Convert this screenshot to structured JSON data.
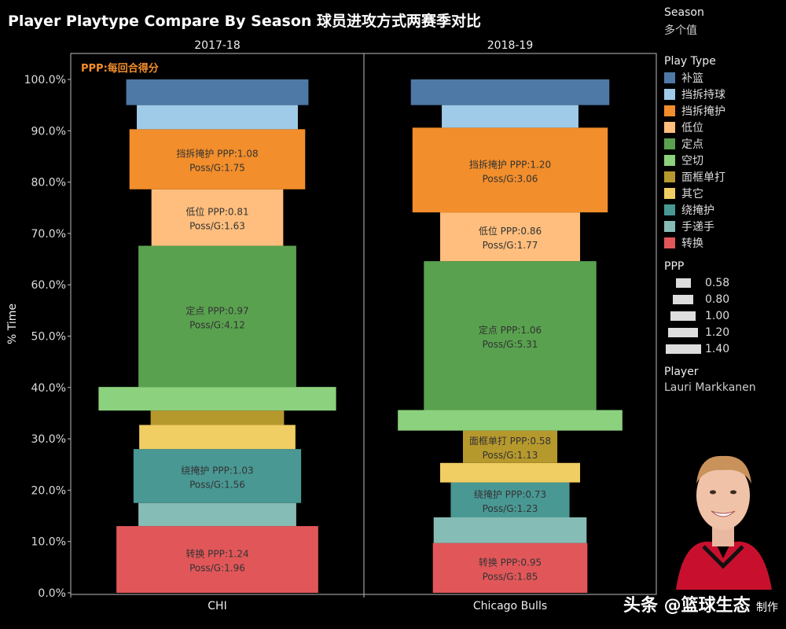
{
  "title": "Player Playtype Compare By Season 球员进攻方式两赛季对比",
  "annotation": "PPP:每回合得分",
  "chart_data": {
    "type": "bar",
    "orientation": "stacked-horizontal-centered",
    "ylabel": "% Time",
    "ylim": [
      0,
      100
    ],
    "yticks": [
      "0.0%",
      "10.0%",
      "20.0%",
      "30.0%",
      "40.0%",
      "50.0%",
      "60.0%",
      "70.0%",
      "80.0%",
      "90.0%",
      "100.0%"
    ],
    "panels": [
      {
        "season": "2017-18",
        "team": "CHI",
        "segments": [
          {
            "type": "转换",
            "pct": 13.0,
            "ppp": 1.24,
            "poss": 1.96,
            "label": true
          },
          {
            "type": "手递手",
            "pct": 4.5,
            "ppp": 0.97,
            "label": false
          },
          {
            "type": "绕掩护",
            "pct": 10.5,
            "ppp": 1.03,
            "poss": 1.56,
            "label": true
          },
          {
            "type": "其它",
            "pct": 4.7,
            "ppp": 0.96,
            "label": false
          },
          {
            "type": "面框单打",
            "pct": 2.8,
            "ppp": 0.82,
            "label": false
          },
          {
            "type": "空切",
            "pct": 4.6,
            "ppp": 1.46,
            "label": false
          },
          {
            "type": "定点",
            "pct": 27.5,
            "ppp": 0.97,
            "poss": 4.12,
            "label": true
          },
          {
            "type": "低位",
            "pct": 11.0,
            "ppp": 0.81,
            "poss": 1.63,
            "label": true
          },
          {
            "type": "挡拆掩护",
            "pct": 11.7,
            "ppp": 1.08,
            "poss": 1.75,
            "label": true
          },
          {
            "type": "挡拆持球",
            "pct": 4.7,
            "ppp": 0.99,
            "label": false
          },
          {
            "type": "补篮",
            "pct": 5.0,
            "ppp": 1.12,
            "label": false
          }
        ]
      },
      {
        "season": "2018-19",
        "team": "Chicago Bulls",
        "segments": [
          {
            "type": "转换",
            "pct": 9.7,
            "ppp": 0.95,
            "poss": 1.85,
            "label": true
          },
          {
            "type": "手递手",
            "pct": 5.0,
            "ppp": 0.94,
            "label": false
          },
          {
            "type": "绕掩护",
            "pct": 6.8,
            "ppp": 0.73,
            "poss": 1.23,
            "label": true
          },
          {
            "type": "其它",
            "pct": 3.8,
            "ppp": 0.86,
            "label": false
          },
          {
            "type": "面框单打",
            "pct": 6.3,
            "ppp": 0.58,
            "poss": 1.13,
            "label": true
          },
          {
            "type": "空切",
            "pct": 4.0,
            "ppp": 1.38,
            "label": false
          },
          {
            "type": "定点",
            "pct": 29.0,
            "ppp": 1.06,
            "poss": 5.31,
            "label": true
          },
          {
            "type": "低位",
            "pct": 9.5,
            "ppp": 0.86,
            "poss": 1.77,
            "label": true
          },
          {
            "type": "挡拆掩护",
            "pct": 16.5,
            "ppp": 1.2,
            "poss": 3.06,
            "label": true
          },
          {
            "type": "挡拆持球",
            "pct": 4.4,
            "ppp": 0.84,
            "label": false
          },
          {
            "type": "补篮",
            "pct": 5.0,
            "ppp": 1.22,
            "label": false
          }
        ]
      }
    ]
  },
  "colors": {
    "补篮": "#4e79a7",
    "挡拆持球": "#a0cbe8",
    "挡拆掩护": "#f28e2b",
    "低位": "#ffbe7d",
    "定点": "#59a14f",
    "空切": "#8cd17d",
    "面框单打": "#b6992d",
    "其它": "#f1ce63",
    "绕掩护": "#499894",
    "手递手": "#86bcb6",
    "转换": "#e15759"
  },
  "legend": {
    "season_title": "Season",
    "season_value": "多个值",
    "playtype_title": "Play Type",
    "playtypes": [
      "补篮",
      "挡拆持球",
      "挡拆掩护",
      "低位",
      "定点",
      "空切",
      "面框单打",
      "其它",
      "绕掩护",
      "手递手",
      "转换"
    ],
    "ppp_title": "PPP",
    "ppp_values": [
      "0.58",
      "0.80",
      "1.00",
      "1.20",
      "1.40"
    ],
    "player_title": "Player",
    "player_value": "Lauri Markkanen"
  },
  "watermark": "头条 @篮球生态",
  "watermark_suffix": "制作",
  "avatar_icon": "player-portrait-icon"
}
